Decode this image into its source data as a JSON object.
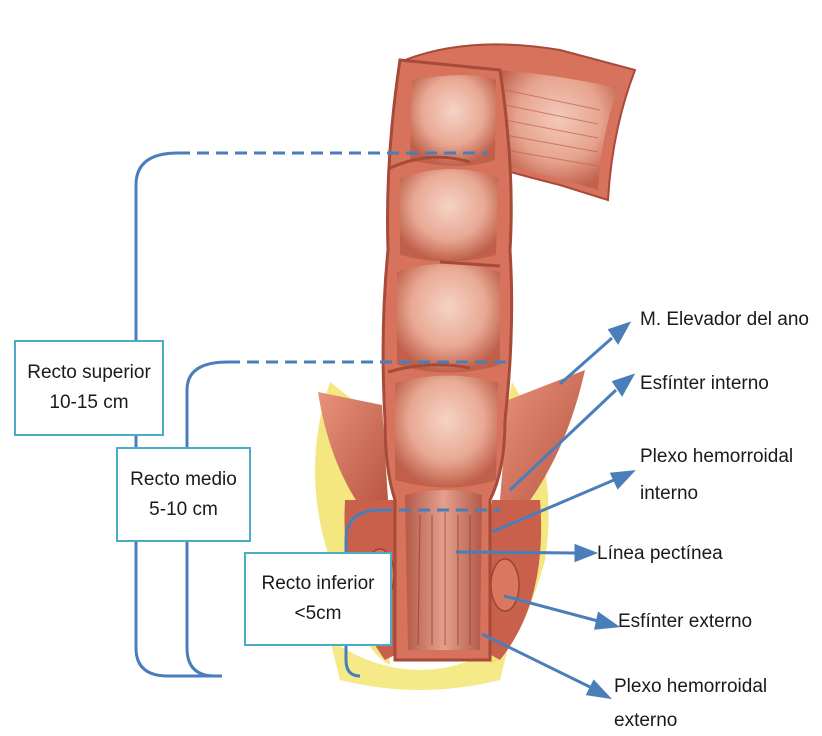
{
  "diagram": {
    "colors": {
      "bracket": "#4a7ebb",
      "box_border": "#4bacc6",
      "tissue": "#c8604c",
      "fat": "#f2e36a"
    },
    "sections": [
      {
        "name": "Recto superior",
        "range": "10-15 cm"
      },
      {
        "name": "Recto medio",
        "range": "5-10 cm"
      },
      {
        "name": "Recto inferior",
        "range": "<5cm"
      }
    ],
    "labels": {
      "elevador": "M. Elevador del ano",
      "esfinter_interno": "Esfínter interno",
      "plexo_interno_1": "Plexo hemorroidal",
      "plexo_interno_2": "interno",
      "linea_pectinea": "Línea pectínea",
      "esfinter_externo": "Esfínter externo",
      "plexo_externo_1": "Plexo hemorroidal",
      "plexo_externo_2": "externo"
    }
  }
}
